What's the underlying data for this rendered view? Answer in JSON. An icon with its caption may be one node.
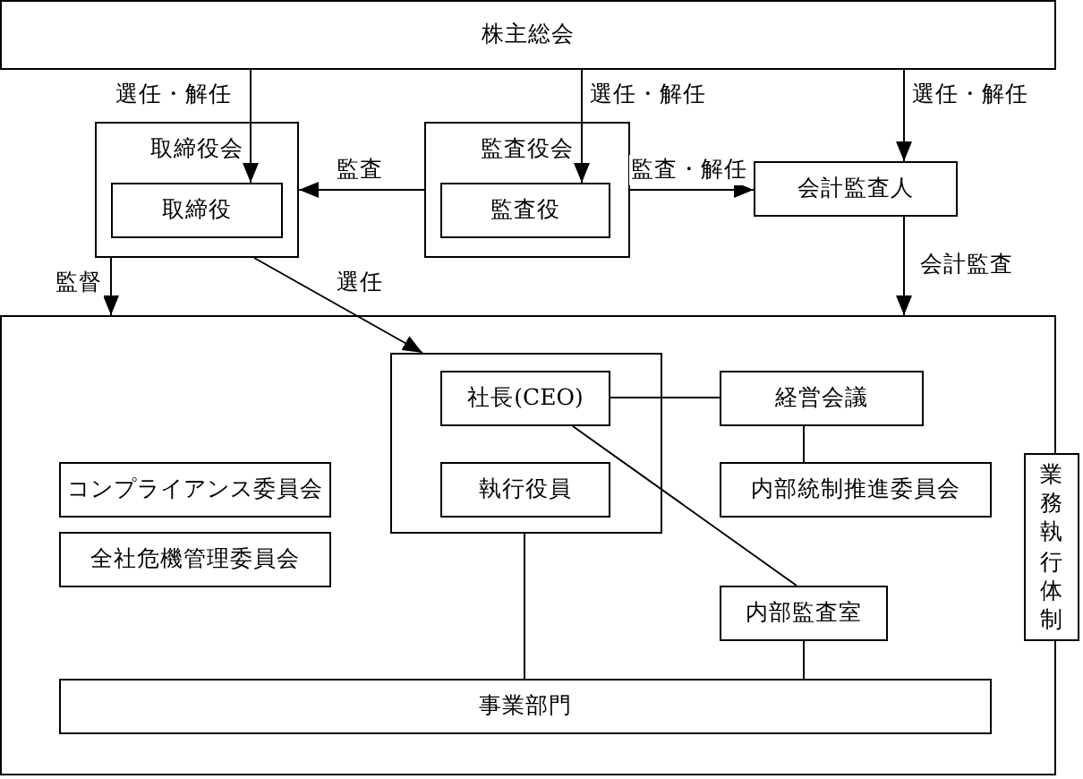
{
  "diagram": {
    "nodes": [
      {
        "text": [
          "株主総会"
        ]
      },
      {
        "text": [
          "取締役会"
        ]
      },
      {
        "text": [
          "取締役"
        ],
        "in": 1
      },
      {
        "text": [
          "監査役会"
        ]
      },
      {
        "text": [
          "監査役"
        ],
        "in": 3
      },
      {
        "text": [
          "会計監査人"
        ]
      },
      {
        "text": [],
        "shape": "box"
      },
      {
        "text": [],
        "shape": "box",
        "in": 6
      },
      {
        "text": [
          "社長(CEO)"
        ],
        "in": 7
      },
      {
        "text": [
          "執行役員"
        ],
        "in": 7
      },
      {
        "text": [
          "経営会議"
        ],
        "in": 6
      },
      {
        "text": [
          "内部統制推進委員会"
        ],
        "in": 6
      },
      {
        "text": [
          "コンプライアンス委員会"
        ],
        "in": 6
      },
      {
        "text": [
          "全社危機管理委員会"
        ],
        "in": 6
      },
      {
        "text": [
          "内部監査室"
        ],
        "in": 6
      },
      {
        "text": [
          "事業部門"
        ],
        "in": 6
      },
      {
        "text": [
          "業務執行体制"
        ]
      }
    ],
    "edges": [
      {
        "from": 0,
        "to": 2,
        "arrow": "to",
        "label": "選任・解任"
      },
      {
        "from": 0,
        "to": 4,
        "arrow": "to",
        "label": "選任・解任"
      },
      {
        "from": 0,
        "to": 5,
        "arrow": "to",
        "label": "選任・解任"
      },
      {
        "from": 3,
        "to": 1,
        "arrow": "to",
        "label": "監査"
      },
      {
        "from": 3,
        "to": 5,
        "arrow": "to",
        "label": "監査・解任"
      },
      {
        "from": 1,
        "to": 6,
        "arrow": "to",
        "label": "監督"
      },
      {
        "from": 1,
        "to": 7,
        "arrow": "to",
        "label": "選任"
      },
      {
        "from": 5,
        "to": 6,
        "arrow": "to",
        "label": "会計監査"
      },
      {
        "from": 8,
        "to": 10,
        "arrow": "none"
      },
      {
        "from": 10,
        "to": 11,
        "arrow": "none"
      },
      {
        "from": 8,
        "to": 14,
        "arrow": "none"
      },
      {
        "from": 7,
        "to": 15,
        "arrow": "none"
      },
      {
        "from": 14,
        "to": 15,
        "arrow": "none"
      }
    ]
  }
}
